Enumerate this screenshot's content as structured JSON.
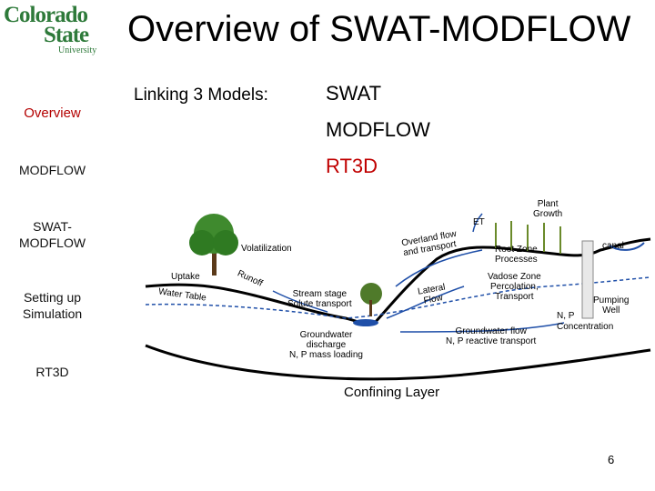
{
  "logo": {
    "line1": "Colorado",
    "line2": "State",
    "line3": "University"
  },
  "title": "Overview of SWAT-MODFLOW",
  "nav": {
    "overview": "Overview",
    "modflow": "MODFLOW",
    "swat_modflow_1": "SWAT-",
    "swat_modflow_2": "MODFLOW",
    "setup_1": "Setting up",
    "setup_2": "Simulation",
    "rt3d": "RT3D"
  },
  "linking_label": "Linking 3 Models:",
  "models": [
    "SWAT",
    "MODFLOW",
    "RT3D"
  ],
  "diagram": {
    "et": "ET",
    "plant_growth_1": "Plant",
    "plant_growth_2": "Growth",
    "volatilization": "Volatilization",
    "overland_1": "Overland flow",
    "overland_2": "and transport",
    "root_zone_1": "Root Zone",
    "root_zone_2": "Processes",
    "canal": "canal",
    "uptake": "Uptake",
    "runoff": "Runoff",
    "water_table": "Water Table",
    "stream_stage_1": "Stream stage",
    "stream_stage_2": "Solute transport",
    "lateral_1": "Lateral",
    "lateral_2": "Flow",
    "vadose_1": "Vadose Zone",
    "vadose_2": "Percolation,",
    "vadose_3": "Transport",
    "pumping_1": "Pumping",
    "pumping_2": "Well",
    "np": "N, P",
    "concentration": "Concentration",
    "gw_discharge_1": "Groundwater",
    "gw_discharge_2": "discharge",
    "gw_discharge_3": "N, P mass loading",
    "gw_flow_1": "Groundwater flow",
    "gw_flow_2": "N, P reactive transport"
  },
  "confining_layer": "Confining Layer",
  "page_number": "6",
  "colors": {
    "sidebar": "#ffffff",
    "accent_red": "#c00000",
    "logo_green": "#2e7a3a",
    "ground": "#000000",
    "water": "#1f4fa8"
  }
}
